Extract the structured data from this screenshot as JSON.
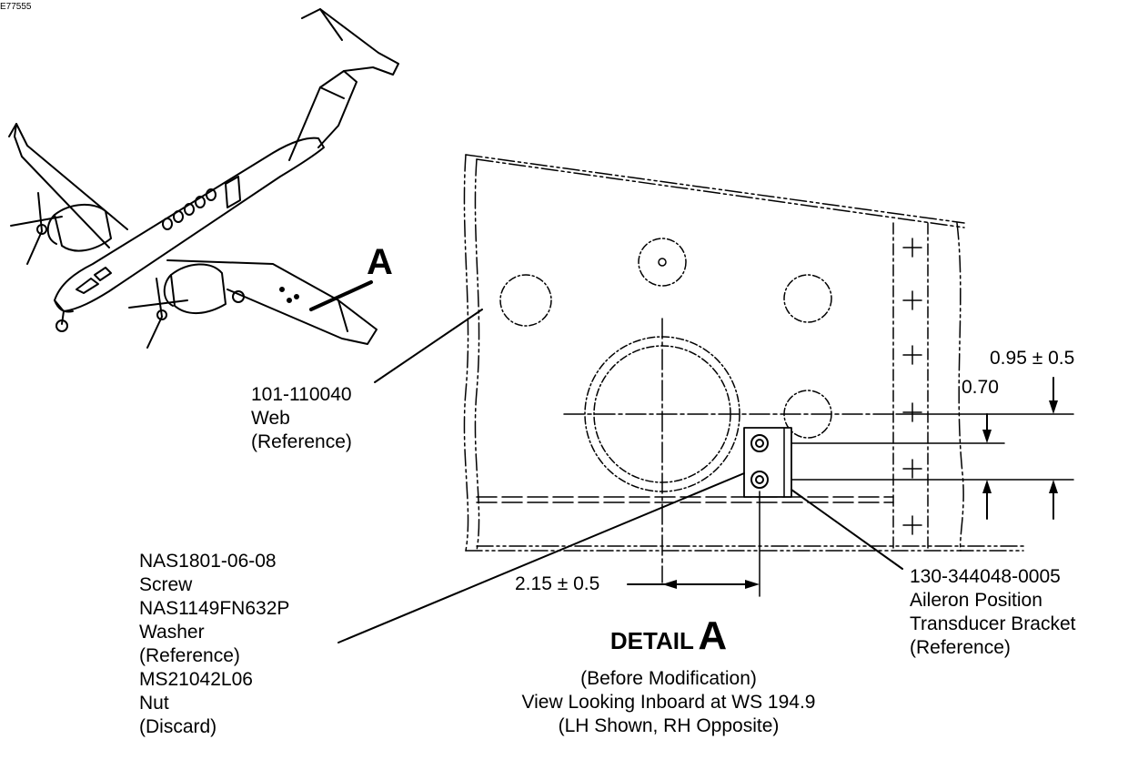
{
  "figure_id": "E77555",
  "aircraft_view_label": "A",
  "callouts": {
    "web": [
      "101-110040",
      "Web",
      "(Reference)"
    ],
    "hardware": [
      "NAS1801-06-08",
      "Screw",
      "NAS1149FN632P",
      "Washer",
      "(Reference)",
      "MS21042L06",
      "Nut",
      "(Discard)"
    ],
    "bracket": [
      "130-344048-0005",
      "Aileron Position",
      "Transducer Bracket",
      "(Reference)"
    ]
  },
  "dimensions": {
    "horizontal": "2.15 ± 0.5",
    "upper": "0.95 ± 0.5",
    "lower": "0.70"
  },
  "detail": {
    "word": "DETAIL",
    "letter": "A",
    "lines": [
      "(Before Modification)",
      "View Looking Inboard at WS 194.9",
      "(LH Shown, RH Opposite)"
    ]
  }
}
